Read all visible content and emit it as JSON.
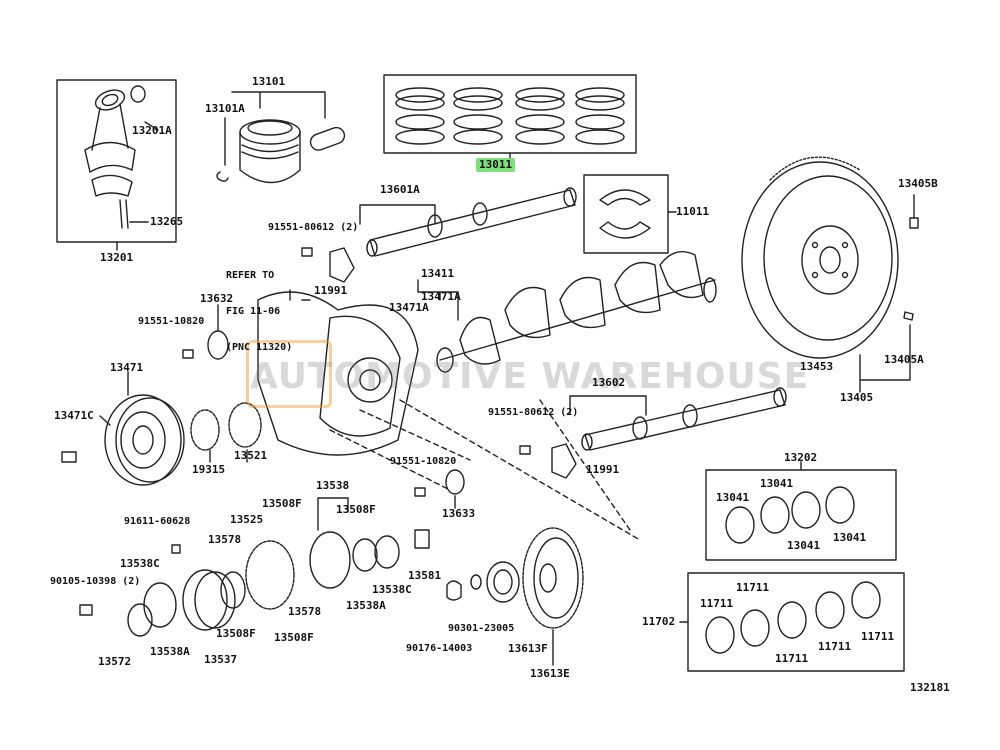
{
  "diagram_id": "132181",
  "watermark": "AUTOMOTIVE WAREHOUSE",
  "reference_note": {
    "line1": "REFER TO",
    "line2": "FIG 11-06",
    "line3": "(PNC 11320)"
  },
  "parts": {
    "p13101": "13101",
    "p13101A": "13101A",
    "p13201A": "13201A",
    "p13265": "13265",
    "p13201": "13201",
    "p13011": "13011",
    "p11011": "11011",
    "p13601A": "13601A",
    "p91551_80612_top": "91551-80612",
    "qty2_top": "(2)",
    "p11991_top": "11991",
    "p13411": "13411",
    "p13471A_left": "13471A",
    "p13471A_right": "13471A",
    "p13632": "13632",
    "p91551_10820_left": "91551-10820",
    "p13405B": "13405B",
    "p13453": "13453",
    "p13405A": "13405A",
    "p13405": "13405",
    "p13471": "13471",
    "p13471C": "13471C",
    "p19315": "19315",
    "p13521": "13521",
    "p13602": "13602",
    "p91551_80612_bot": "91551-80612",
    "qty2_bot": "(2)",
    "p11991_bot": "11991",
    "p91551_10820_mid": "91551-10820",
    "p13633": "13633",
    "p13538": "13538",
    "p13508F_a": "13508F",
    "p13508F_b": "13508F",
    "p13525": "13525",
    "p91611_60628": "91611-60628",
    "p13578_a": "13578",
    "p13538C_a": "13538C",
    "p90105_10398": "90105-10398",
    "qty2_mid": "(2)",
    "p13572": "13572",
    "p13538A_a": "13538A",
    "p13537": "13537",
    "p13508F_c": "13508F",
    "p13578_b": "13578",
    "p13508F_d": "13508F",
    "p13538A_b": "13538A",
    "p13538C_b": "13538C",
    "p13581": "13581",
    "p90301_23005": "90301-23005",
    "p90176_14003": "90176-14003",
    "p13613F": "13613F",
    "p13613E": "13613E",
    "p13202": "13202",
    "p13041_a": "13041",
    "p13041_b": "13041",
    "p13041_c": "13041",
    "p13041_d": "13041",
    "p11702": "11702",
    "p11711_a": "11711",
    "p11711_b": "11711",
    "p11711_c": "11711",
    "p11711_d": "11711",
    "p11711_e": "11711"
  },
  "colors": {
    "line": "#222222",
    "highlight": "#7fe07a",
    "watermark": "#9a9a9a"
  }
}
